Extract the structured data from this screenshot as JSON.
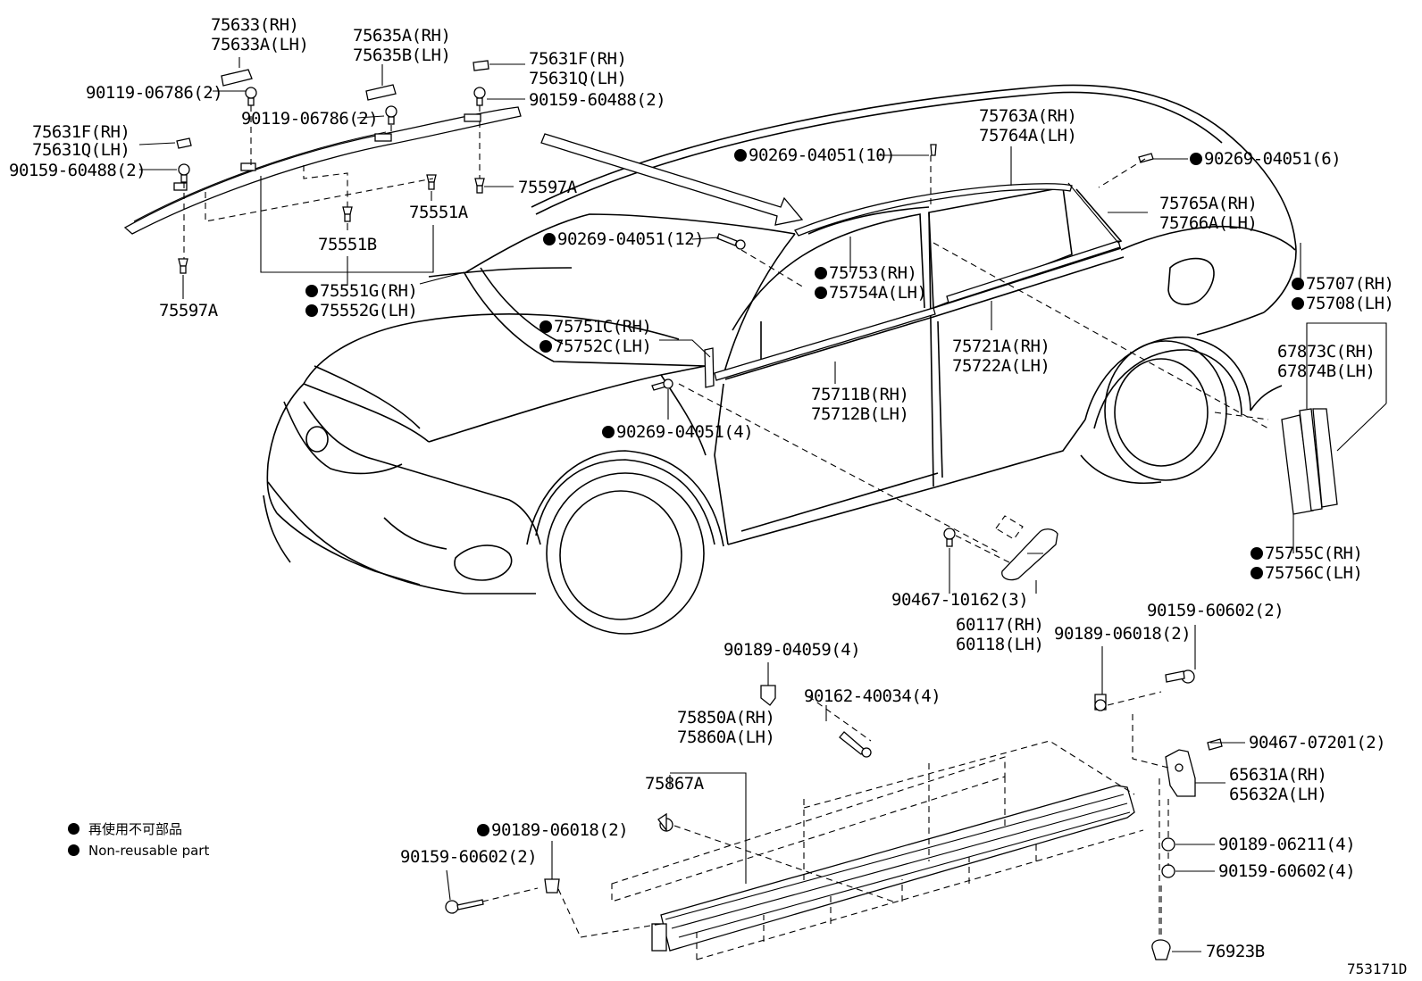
{
  "labels": {
    "roof_cap_rh": "75633(RH)",
    "roof_cap_lh": "75633A(LH)",
    "roof_cap2_rh": "75635A(RH)",
    "roof_cap2_lh": "75635B(LH)",
    "rear_cap_rh": "75631F(RH)",
    "rear_cap_lh": "75631Q(LH)",
    "screw_a": "90119-06786(2)",
    "screw_b": "90119-06786(2)",
    "bolt_rear": "90159-60488(2)",
    "front_cap_rh": "75631F(RH)",
    "front_cap_lh": "75631Q(LH)",
    "bolt_front": "90159-60488(2)",
    "clip_597a_right": "75597A",
    "clip_551a": "75551A",
    "clip_551b": "75551B",
    "clip_597a_left": "75597A",
    "rail_rh": "75551G(RH)",
    "rail_lh": "75552G(LH)",
    "clip_10": "90269-04051(10)",
    "clip_6": "90269-04051(6)",
    "clip_12": "90269-04051(12)",
    "clip_4": "90269-04051(4)",
    "roof_mould_rh": "75763A(RH)",
    "roof_mould_lh": "75764A(LH)",
    "rear_qtr_rh": "75765A(RH)",
    "rear_qtr_lh": "75766A(LH)",
    "drip_rh": "75753(RH)",
    "drip_lh": "75754A(LH)",
    "front_pillar_rh": "75751C(RH)",
    "front_pillar_lh": "75752C(LH)",
    "belt_front_rh": "75711B(RH)",
    "belt_front_lh": "75712B(LH)",
    "belt_rear_rh": "75721A(RH)",
    "belt_rear_lh": "75722A(LH)",
    "emblem_rh": "75707(RH)",
    "emblem_lh": "75708(LH)",
    "tape_rh": "67873C(RH)",
    "tape_lh": "67874B(LH)",
    "pillar_rh": "75755C(RH)",
    "pillar_lh": "75756C(LH)",
    "cover_screw": "90467-10162(3)",
    "cover_rh": "60117(RH)",
    "cover_lh": "60118(LH)",
    "clip_4059": "90189-04059(4)",
    "screw_40034": "90162-40034(4)",
    "rocker_rh": "75850A(RH)",
    "rocker_lh": "75860A(LH)",
    "clip_867a": "75867A",
    "clip_06018_right": "90189-06018(2)",
    "bolt_60602_right": "90159-60602(2)",
    "clip_07201": "90467-07201(2)",
    "mudguard_rh": "65631A(RH)",
    "mudguard_lh": "65632A(LH)",
    "clip_06211": "90189-06211(4)",
    "bolt_60602_4": "90159-60602(4)",
    "clip_06018_left": "90189-06018(2)",
    "bolt_60602_left": "90159-60602(2)",
    "grommet": "76923B"
  },
  "legend": {
    "japanese": "再使用不可部品",
    "english": "Non-reusable part"
  },
  "diagram_code": "753171D"
}
